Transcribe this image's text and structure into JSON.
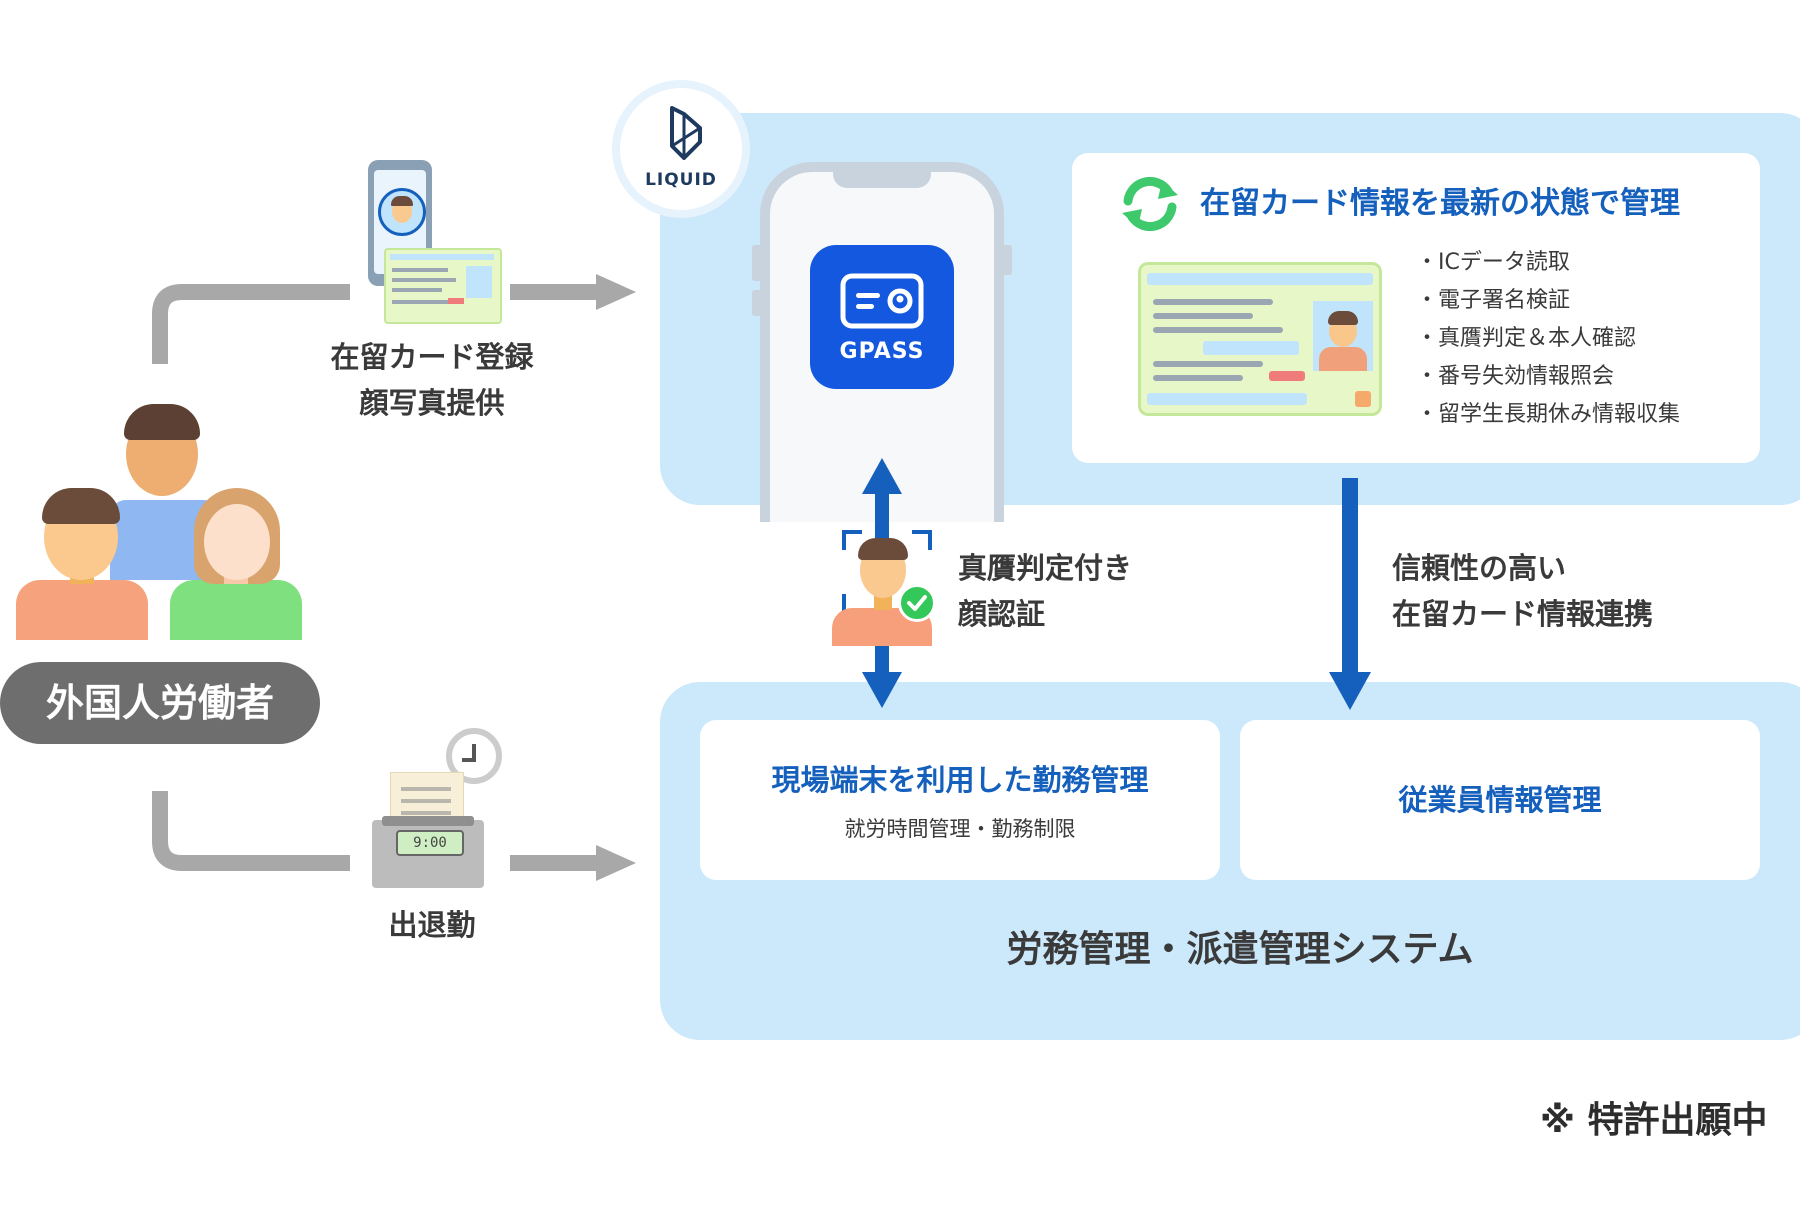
{
  "worker_label": "外国人労働者",
  "register": {
    "line1": "在留カード登録",
    "line2": "顔写真提供"
  },
  "attendance": {
    "label": "出退勤",
    "clock_time": "9:00"
  },
  "liquid_logo": "LIQUID",
  "gpass_app": "GPASS",
  "card_manage": {
    "title": "在留カード情報を最新の状態で管理",
    "bullets": [
      "ICデータ読取",
      "電子署名検証",
      "真贋判定＆本人確認",
      "番号失効情報照会",
      "留学生長期休み情報収集"
    ]
  },
  "face_auth": {
    "line1": "真贋判定付き",
    "line2": "顔認証"
  },
  "link": {
    "line1": "信頼性の高い",
    "line2": "在留カード情報連携"
  },
  "site_terminal": {
    "title": "現場端末を利用した勤務管理",
    "sub": "就労時間管理・勤務制限"
  },
  "employee_mgmt": {
    "title": "従業員情報管理"
  },
  "system_label": "労務管理・派遣管理システム",
  "patent_note": "※ 特許出願中",
  "colors": {
    "panel": "#cce8fb",
    "blue": "#1560bd",
    "arrow_gray": "#a8a8a8",
    "gpass_blue": "#1558e0"
  }
}
